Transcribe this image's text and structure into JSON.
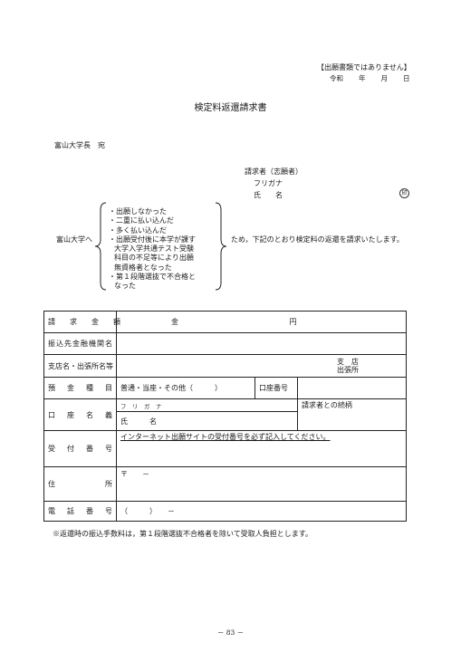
{
  "header": {
    "notice": "【出願書類ではありません】",
    "date_era": "令和",
    "date_year": "年",
    "date_month": "月",
    "date_day": "日"
  },
  "title": "検定料返還請求書",
  "addressee": "富山大学長　宛",
  "applicant": {
    "label": "請求者（志願者）",
    "furigana": "フリガナ",
    "name": "氏　　名",
    "seal": "印"
  },
  "body": {
    "to_university": "富山大学へ",
    "reasons": [
      "・出願しなかった",
      "・二重に払い込んだ",
      "・多く払い込んだ",
      "・出願受付後に本学が課す",
      "大学入学共通テスト受験",
      "科目の不足等により出願",
      "無資格者となった",
      "・第１段階選抜で不合格と",
      "なった"
    ],
    "request": "ため，下記のとおり検定料の返還を請求いたします。"
  },
  "form": {
    "amount_label": "請　　求　　金　　額",
    "amount_prefix": "金",
    "amount_unit": "円",
    "bank_label": "振込先金融機関名",
    "branch_label": "支店名・出張所名等",
    "branch_option_1": "支　店",
    "branch_option_2": "出張所",
    "deposit_label": "預　金　種　目",
    "deposit_options": "普通・当座・その他（　　　）",
    "account_no_label": "口座番号",
    "holder_label": "口　座　名　義",
    "holder_furigana": "フ　リ　ガ　ナ",
    "holder_name": "氏　　　名",
    "relation_label": "請求者との続柄",
    "receipt_label": "受　付　番　号",
    "receipt_note": "インターネット出願サイトの受付番号を必ず記入してください。",
    "address_label": "住　　　　所",
    "postal_mark": "〒　　－",
    "phone_label": "電　話　番　号",
    "phone_format": "（　　　）　　－"
  },
  "footnote": "※返還時の振込手数料は，第１段階選抜不合格者を除いて受取人負担とします。",
  "page_number": "－ 83 －"
}
